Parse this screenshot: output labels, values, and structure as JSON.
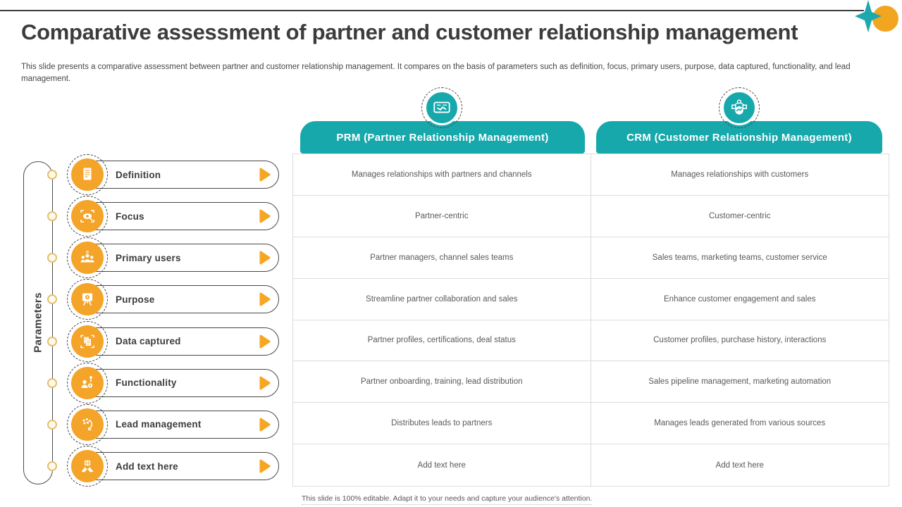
{
  "slide": {
    "title": "Comparative assessment of partner and customer relationship management",
    "subtitle": "This slide presents a comparative assessment between partner and customer relationship management. It compares on the basis of parameters such as definition, focus, primary users, purpose, data captured, functionality, and lead management.",
    "footer": "This slide is 100% editable. Adapt it to your needs and capture your audience's attention."
  },
  "colors": {
    "teal": "#17A8AC",
    "orange": "#F4A428",
    "deco_orange": "#F2A51F",
    "dark_text": "#3C3C3C",
    "cell_text": "#595959",
    "grid_border": "#DCDCDC",
    "dot_stroke": "#E7BE6C"
  },
  "decoration": {
    "icons": [
      "sparkle-star-icon",
      "orange-circle-shape"
    ]
  },
  "parameters": {
    "axis_label": "Parameters",
    "items": [
      {
        "label": "Definition",
        "icon": "document-icon"
      },
      {
        "label": "Focus",
        "icon": "focus-eye-icon"
      },
      {
        "label": "Primary users",
        "icon": "users-group-icon"
      },
      {
        "label": "Purpose",
        "icon": "presentation-target-icon"
      },
      {
        "label": "Data captured",
        "icon": "documents-capture-icon"
      },
      {
        "label": "Functionality",
        "icon": "person-gear-icon"
      },
      {
        "label": "Lead management",
        "icon": "leads-scatter-icon"
      },
      {
        "label": "Add text here",
        "icon": "handshake-globe-icon"
      }
    ]
  },
  "columns": [
    {
      "key": "prm",
      "header": "PRM (Partner Relationship Management)",
      "icon": "handshake-envelope-icon"
    },
    {
      "key": "crm",
      "header": "CRM (Customer Relationship Management)",
      "icon": "handshake-network-icon"
    }
  ],
  "table": {
    "rows": [
      {
        "prm": "Manages relationships with partners and channels",
        "crm": "Manages relationships with customers"
      },
      {
        "prm": "Partner-centric",
        "crm": "Customer-centric"
      },
      {
        "prm": "Partner managers, channel sales teams",
        "crm": "Sales teams, marketing teams, customer service"
      },
      {
        "prm": "Streamline partner collaboration and sales",
        "crm": "Enhance customer engagement and sales"
      },
      {
        "prm": "Partner profiles, certifications, deal status",
        "crm": "Customer profiles, purchase history, interactions"
      },
      {
        "prm": "Partner onboarding, training, lead distribution",
        "crm": "Sales pipeline management, marketing automation"
      },
      {
        "prm": "Distributes leads to partners",
        "crm": "Manages leads generated from various sources"
      },
      {
        "prm": "Add text here",
        "crm": "Add text here"
      }
    ]
  }
}
